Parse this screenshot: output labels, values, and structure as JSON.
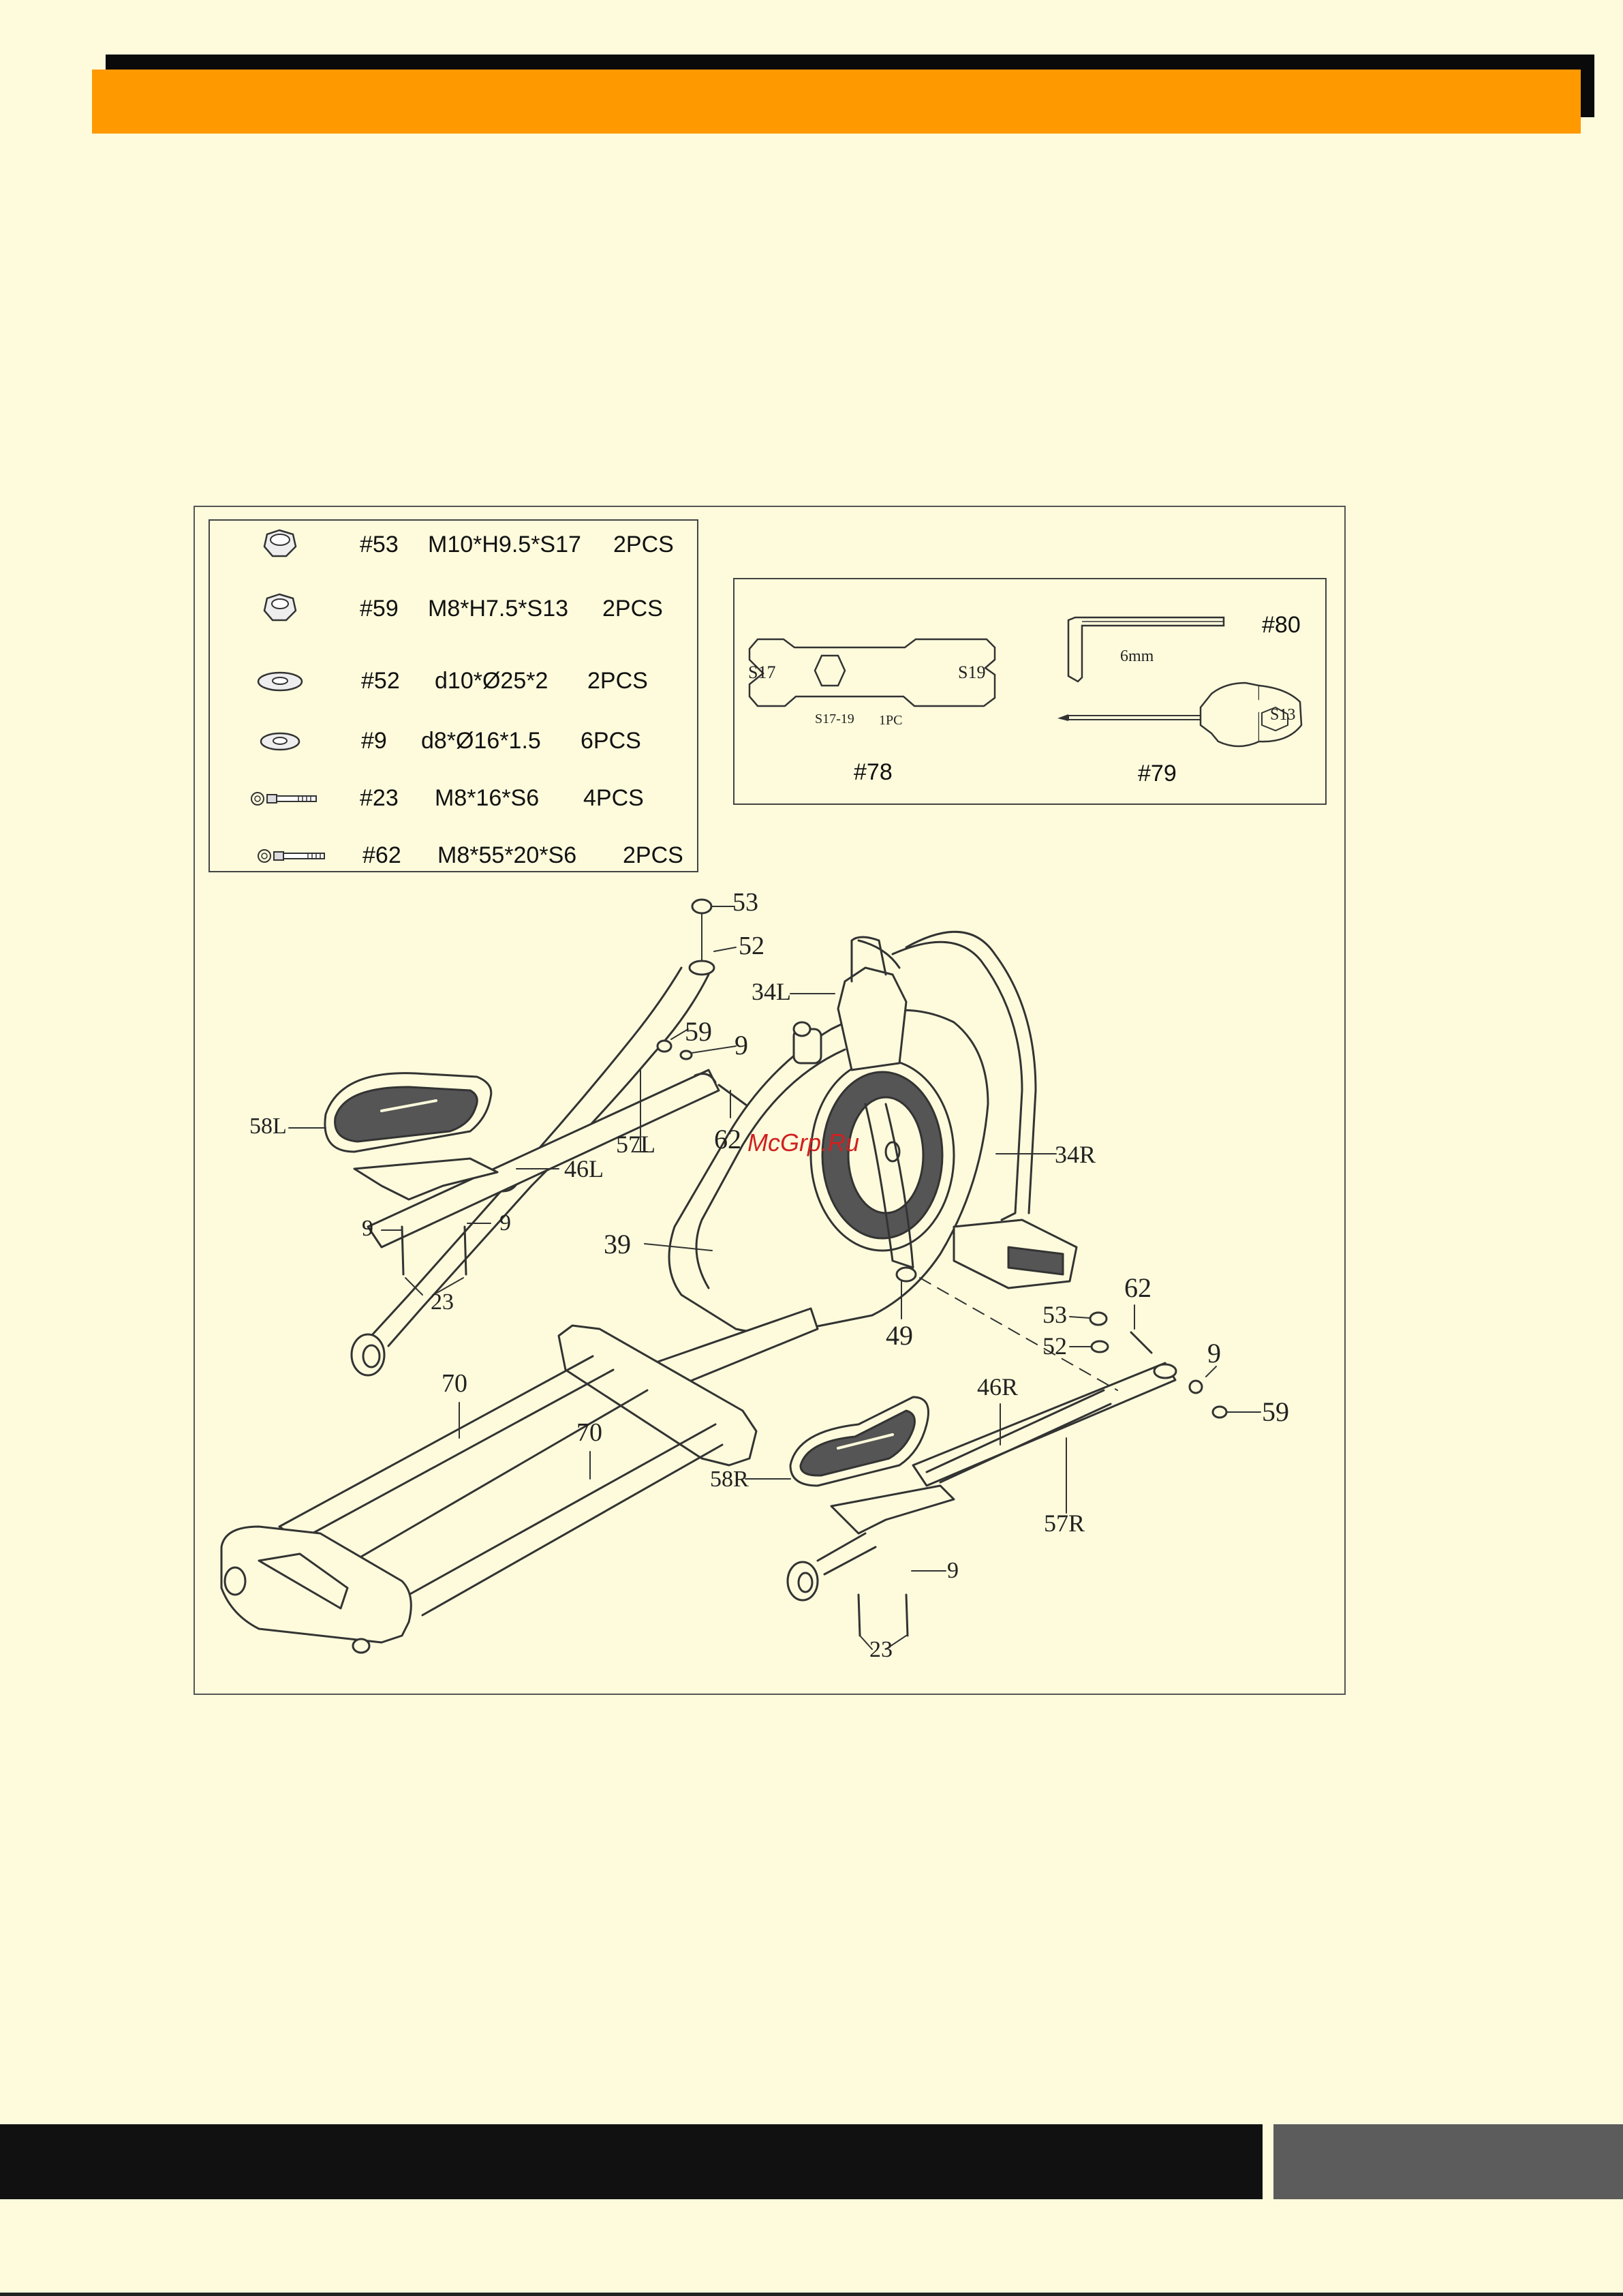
{
  "hardware": [
    {
      "icon": "hex-nut-icon",
      "code": "#53",
      "spec": "M10*H9.5*S17",
      "qty": "2PCS"
    },
    {
      "icon": "hex-nut-icon",
      "code": "#59",
      "spec": "M8*H7.5*S13",
      "qty": "2PCS"
    },
    {
      "icon": "washer-icon",
      "code": "#52",
      "spec": "d10*Ø25*2",
      "qty": "2PCS"
    },
    {
      "icon": "washer-icon",
      "code": "#9",
      "spec": "d8*Ø16*1.5",
      "qty": "6PCS"
    },
    {
      "icon": "bolt-icon",
      "code": "#23",
      "spec": "M8*16*S6",
      "qty": "4PCS"
    },
    {
      "icon": "bolt-icon",
      "code": "#62",
      "spec": "M8*55*20*S6",
      "qty": "2PCS"
    }
  ],
  "tools": {
    "wrench": {
      "code": "#78",
      "left_size": "S17",
      "right_size": "S19",
      "marking": "S17-19",
      "count": "1PC"
    },
    "allen_key": {
      "code": "#80",
      "size": "6mm"
    },
    "screwdriver": {
      "code": "#79",
      "size": "S13"
    }
  },
  "part_labels": {
    "p53a": "53",
    "p52a": "52",
    "p34L": "34L",
    "p59a": "59",
    "p9a": "9",
    "p58L": "58L",
    "p57L": "57L",
    "p62a": "62",
    "p46L": "46L",
    "p34R": "34R",
    "p9b": "9",
    "p9c": "9",
    "p39": "39",
    "p23a": "23",
    "p49": "49",
    "p53b": "53",
    "p62b": "62",
    "p52b": "52",
    "p9d": "9",
    "p70a": "70",
    "p46R": "46R",
    "p59b": "59",
    "p70b": "70",
    "p58R": "58R",
    "p57R": "57R",
    "p9e": "9",
    "p23b": "23"
  },
  "watermark": "McGrp.Ru",
  "colors": {
    "background": "#fdfbdc",
    "header_bar": "#ff9900",
    "header_shadow": "#0a0a0a",
    "footer_left": "#111111",
    "footer_right": "#5c5c5c",
    "watermark": "#d02020"
  }
}
